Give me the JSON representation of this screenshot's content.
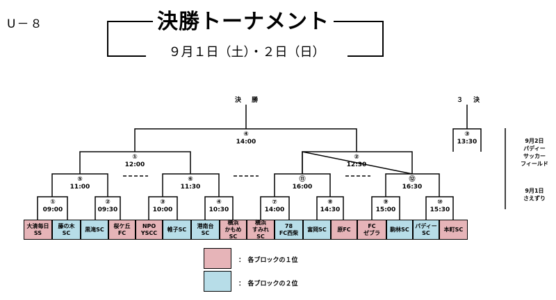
{
  "header": {
    "category": "U－８",
    "title": "決勝トーナメント",
    "date": "９月１日（土）・２日（日）"
  },
  "rounds": {
    "final": "決 勝",
    "third": "３ 決"
  },
  "matches": [
    {
      "no": "①",
      "time": "09:00"
    },
    {
      "no": "②",
      "time": "09:30"
    },
    {
      "no": "③",
      "time": "10:00"
    },
    {
      "no": "④",
      "time": "10:30"
    },
    {
      "no": "⑤",
      "time": "11:00"
    },
    {
      "no": "⑥",
      "time": "11:30"
    },
    {
      "no": "①",
      "time": "12:00"
    },
    {
      "no": "④",
      "time": "14:00"
    },
    {
      "no": "⑦",
      "time": "14:00"
    },
    {
      "no": "⑧",
      "time": "14:30"
    },
    {
      "no": "⑨",
      "time": "15:00"
    },
    {
      "no": "⑩",
      "time": "15:30"
    },
    {
      "no": "⑪",
      "time": "16:00"
    },
    {
      "no": "⑫",
      "time": "16:30"
    },
    {
      "no": "②",
      "time": "12:30"
    },
    {
      "no": "③",
      "time": "13:30"
    }
  ],
  "teams": [
    {
      "name": "大清毎日\nSS",
      "rank": 1
    },
    {
      "name": "藤の木\nSC",
      "rank": 2
    },
    {
      "name": "黒滝SC",
      "rank": 2
    },
    {
      "name": "桜ケ丘\nFC",
      "rank": 1
    },
    {
      "name": "NPO\nYSCC",
      "rank": 1
    },
    {
      "name": "帷子SC",
      "rank": 2
    },
    {
      "name": "港南台\nSC",
      "rank": 2
    },
    {
      "name": "横浜\nかもめ\nSC",
      "rank": 1
    },
    {
      "name": "横浜\nすみれ\nSC",
      "rank": 1
    },
    {
      "name": "78\nFC西柴",
      "rank": 2
    },
    {
      "name": "富岡SC",
      "rank": 2
    },
    {
      "name": "原FC",
      "rank": 1
    },
    {
      "name": "FC\nゼブラ",
      "rank": 1
    },
    {
      "name": "駒林SC",
      "rank": 2
    },
    {
      "name": "パディー\nSC",
      "rank": 2
    },
    {
      "name": "本町SC",
      "rank": 1
    }
  ],
  "venues": [
    {
      "dates": "9月2日",
      "place": "パディー\nサッカー\nフィールド"
    },
    {
      "dates": "9月1日",
      "place": "さえずり"
    }
  ],
  "legend": [
    {
      "color": "#e6b4b8",
      "text": "：　各ブロックの１位"
    },
    {
      "color": "#b7dde8",
      "text": "：　各ブロックの２位"
    }
  ],
  "colors": {
    "rank1": "#e6b4b8",
    "rank2": "#b7dde8"
  }
}
